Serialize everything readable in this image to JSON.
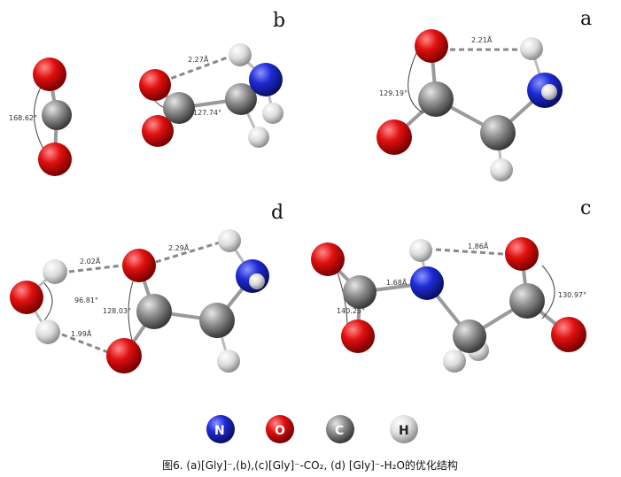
{
  "panels": {
    "a": {
      "label": "a",
      "hbond": "2.21Å",
      "angle": "129.19°"
    },
    "b": {
      "label": "b",
      "hbond": "2.27Å",
      "angle": "127.74°",
      "co2_angle": "168.62°"
    },
    "c": {
      "label": "c",
      "hbond": "1.86Å",
      "bond": "1.68Å",
      "angle_left": "140.25°",
      "angle_right": "130.97°"
    },
    "d": {
      "label": "d",
      "hbond_top": "2.29Å",
      "hbond_water_top": "2.02Å",
      "hbond_water_bottom": "1.99Å",
      "angle_water": "96.81°",
      "angle_carboxyl": "128.03°"
    }
  },
  "legend": {
    "n": "N",
    "o": "O",
    "c": "C",
    "h": "H"
  },
  "caption": "图6. (a)[Gly]⁻,(b),(c)[Gly]⁻-CO₂, (d) [Gly]⁻-H₂O的优化结构",
  "colors": {
    "nitrogen": "#1f2bd6",
    "oxygen": "#d91414",
    "carbon": "#8a8a8a",
    "hydrogen": "#e8e8e8"
  }
}
